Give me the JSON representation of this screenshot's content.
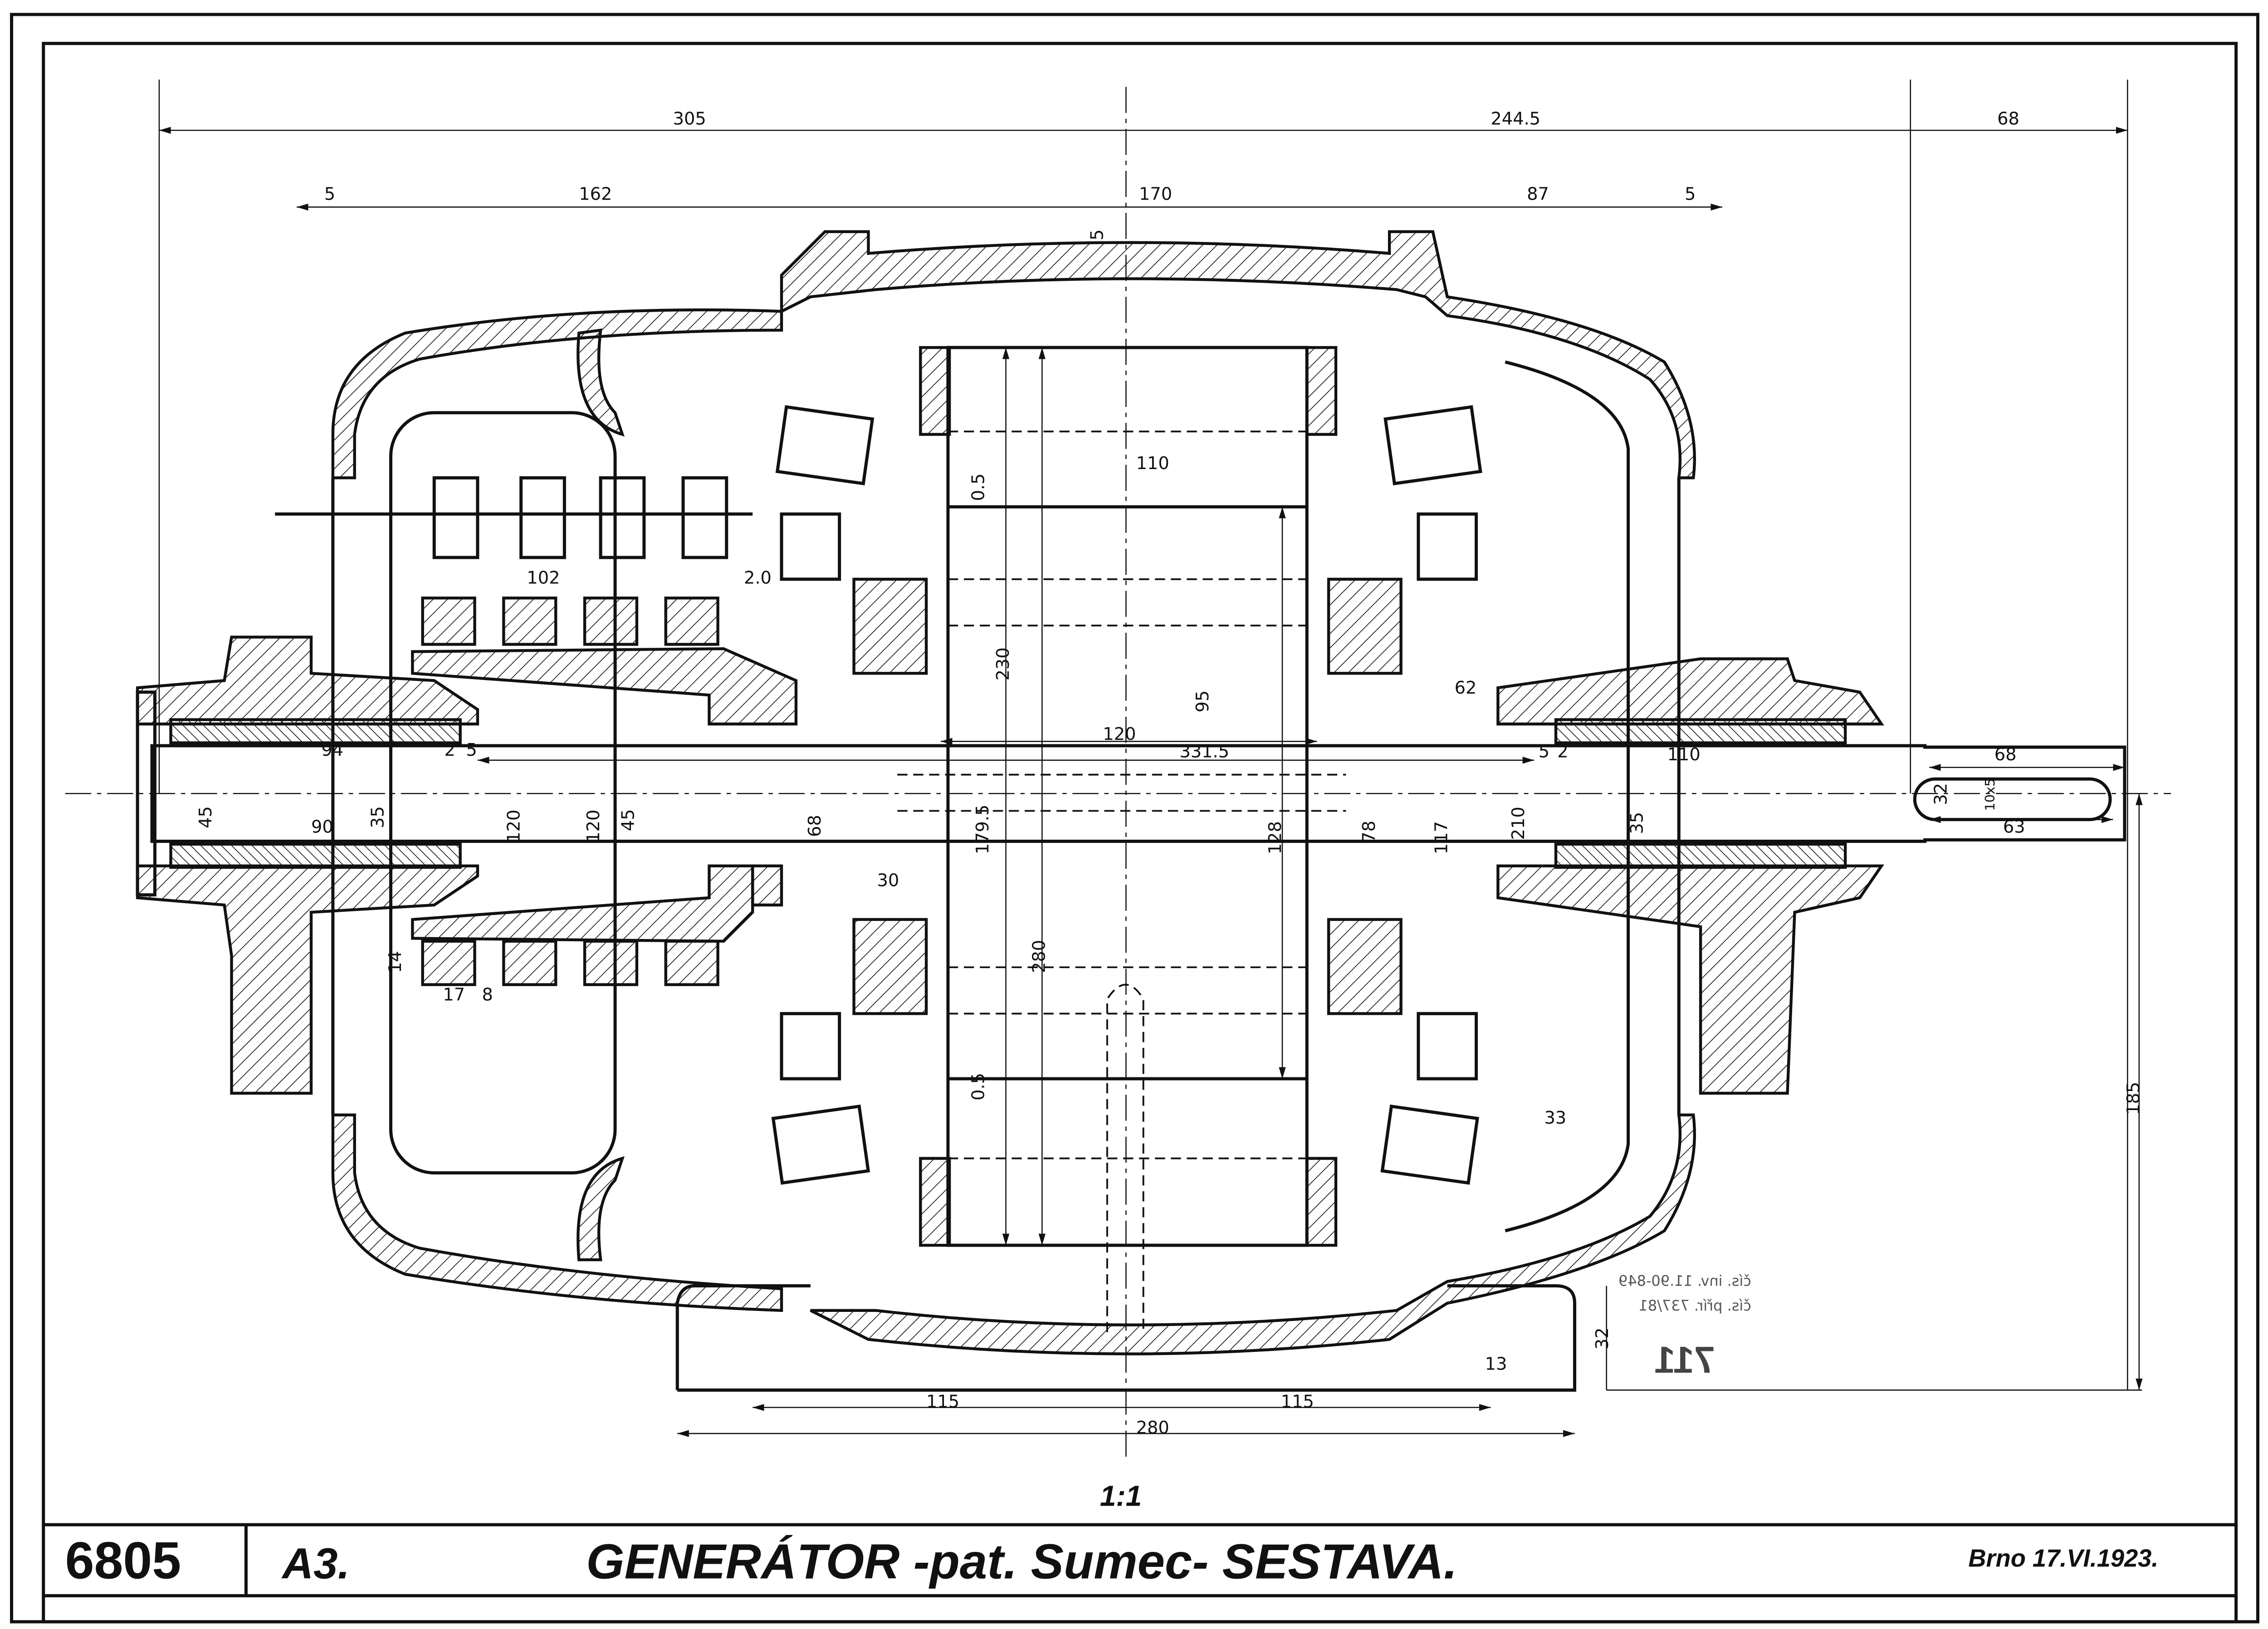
{
  "title_block": {
    "drawing_number": "6805",
    "sheet_format": "A3.",
    "title": "GENERÁTOR -pat. Sumec- SESTAVA.",
    "place_date": "Brno 17.VI.1923.",
    "scale": "1:1"
  },
  "annotations": {
    "inventory_note_1": "čís. inv. 11.90-849",
    "inventory_note_2": "čís. přír. 737/81",
    "stamp": "711"
  },
  "dimensions": {
    "overall_left": "305",
    "overall_mid": "244.5",
    "overall_right": "68",
    "top_5_left": "5",
    "top_162": "162",
    "top_170": "170",
    "top_87": "87",
    "top_5_right": "5",
    "gap_5": "5",
    "rotor_110": "110",
    "gap_05_top": "0.5",
    "gap_05_bottom": "0.5",
    "comm_102": "102",
    "comm_20": "2.0",
    "dia_230": "230",
    "dia_95": "95",
    "len_62": "62",
    "len_120": "120",
    "len_331_5": "331.5",
    "bearing_94": "94",
    "bearing_2_left": "2",
    "bearing_5_left": "5",
    "bearing_5_right": "5",
    "bearing_2_right": "2",
    "bearing_110": "110",
    "shaft_end_68": "68",
    "dia_45_left": "45",
    "bearing_90": "90",
    "dia_35_left": "35",
    "dia_120_a": "120",
    "dia_120_b": "120",
    "dia_45_mid": "45",
    "dia_68": "68",
    "dia_179_5": "179.5",
    "dia_128": "128",
    "dia_78": "78",
    "dia_117": "117",
    "dia_210": "210",
    "dia_35_right": "35",
    "key_32": "32",
    "key_10x5": "10x5",
    "key_63": "63",
    "len_30": "30",
    "comm_14": "14",
    "comm_17": "17",
    "comm_8": "8",
    "dia_280": "280",
    "len_33": "33",
    "height_185": "185",
    "foot_32": "32",
    "foot_13": "13",
    "foot_115_left": "115",
    "foot_115_right": "115",
    "foot_280": "280"
  },
  "colors": {
    "ink": "#111111",
    "paper": "#ffffff"
  }
}
